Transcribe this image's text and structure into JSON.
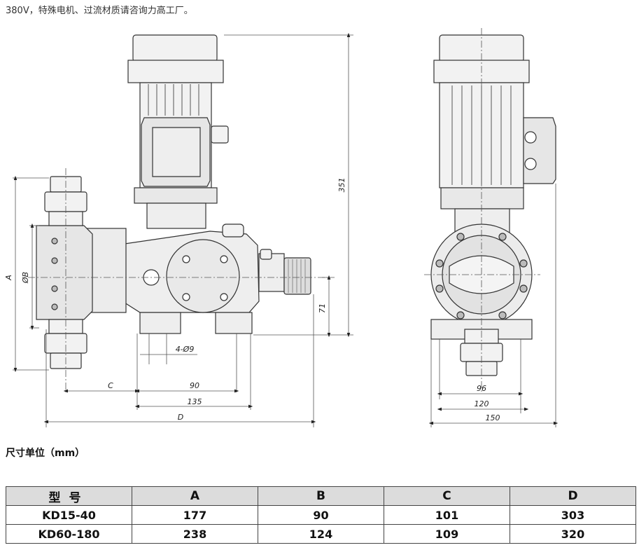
{
  "intro_text": "380V，特殊电机、过流材质请咨询力高工厂。",
  "drawing": {
    "dims": {
      "A": "A",
      "B": "ØB",
      "C": "C",
      "D": "D",
      "holes": "4-Ø9",
      "d90": "90",
      "d135": "135",
      "d351": "351",
      "d71": "71",
      "d96": "96",
      "d120": "120",
      "d150": "150"
    }
  },
  "units_label": "尺寸单位（mm）",
  "table": {
    "headers": [
      "型号",
      "A",
      "B",
      "C",
      "D"
    ],
    "rows": [
      [
        "KD15-40",
        "177",
        "90",
        "101",
        "303"
      ],
      [
        "KD60-180",
        "238",
        "124",
        "109",
        "320"
      ]
    ]
  }
}
